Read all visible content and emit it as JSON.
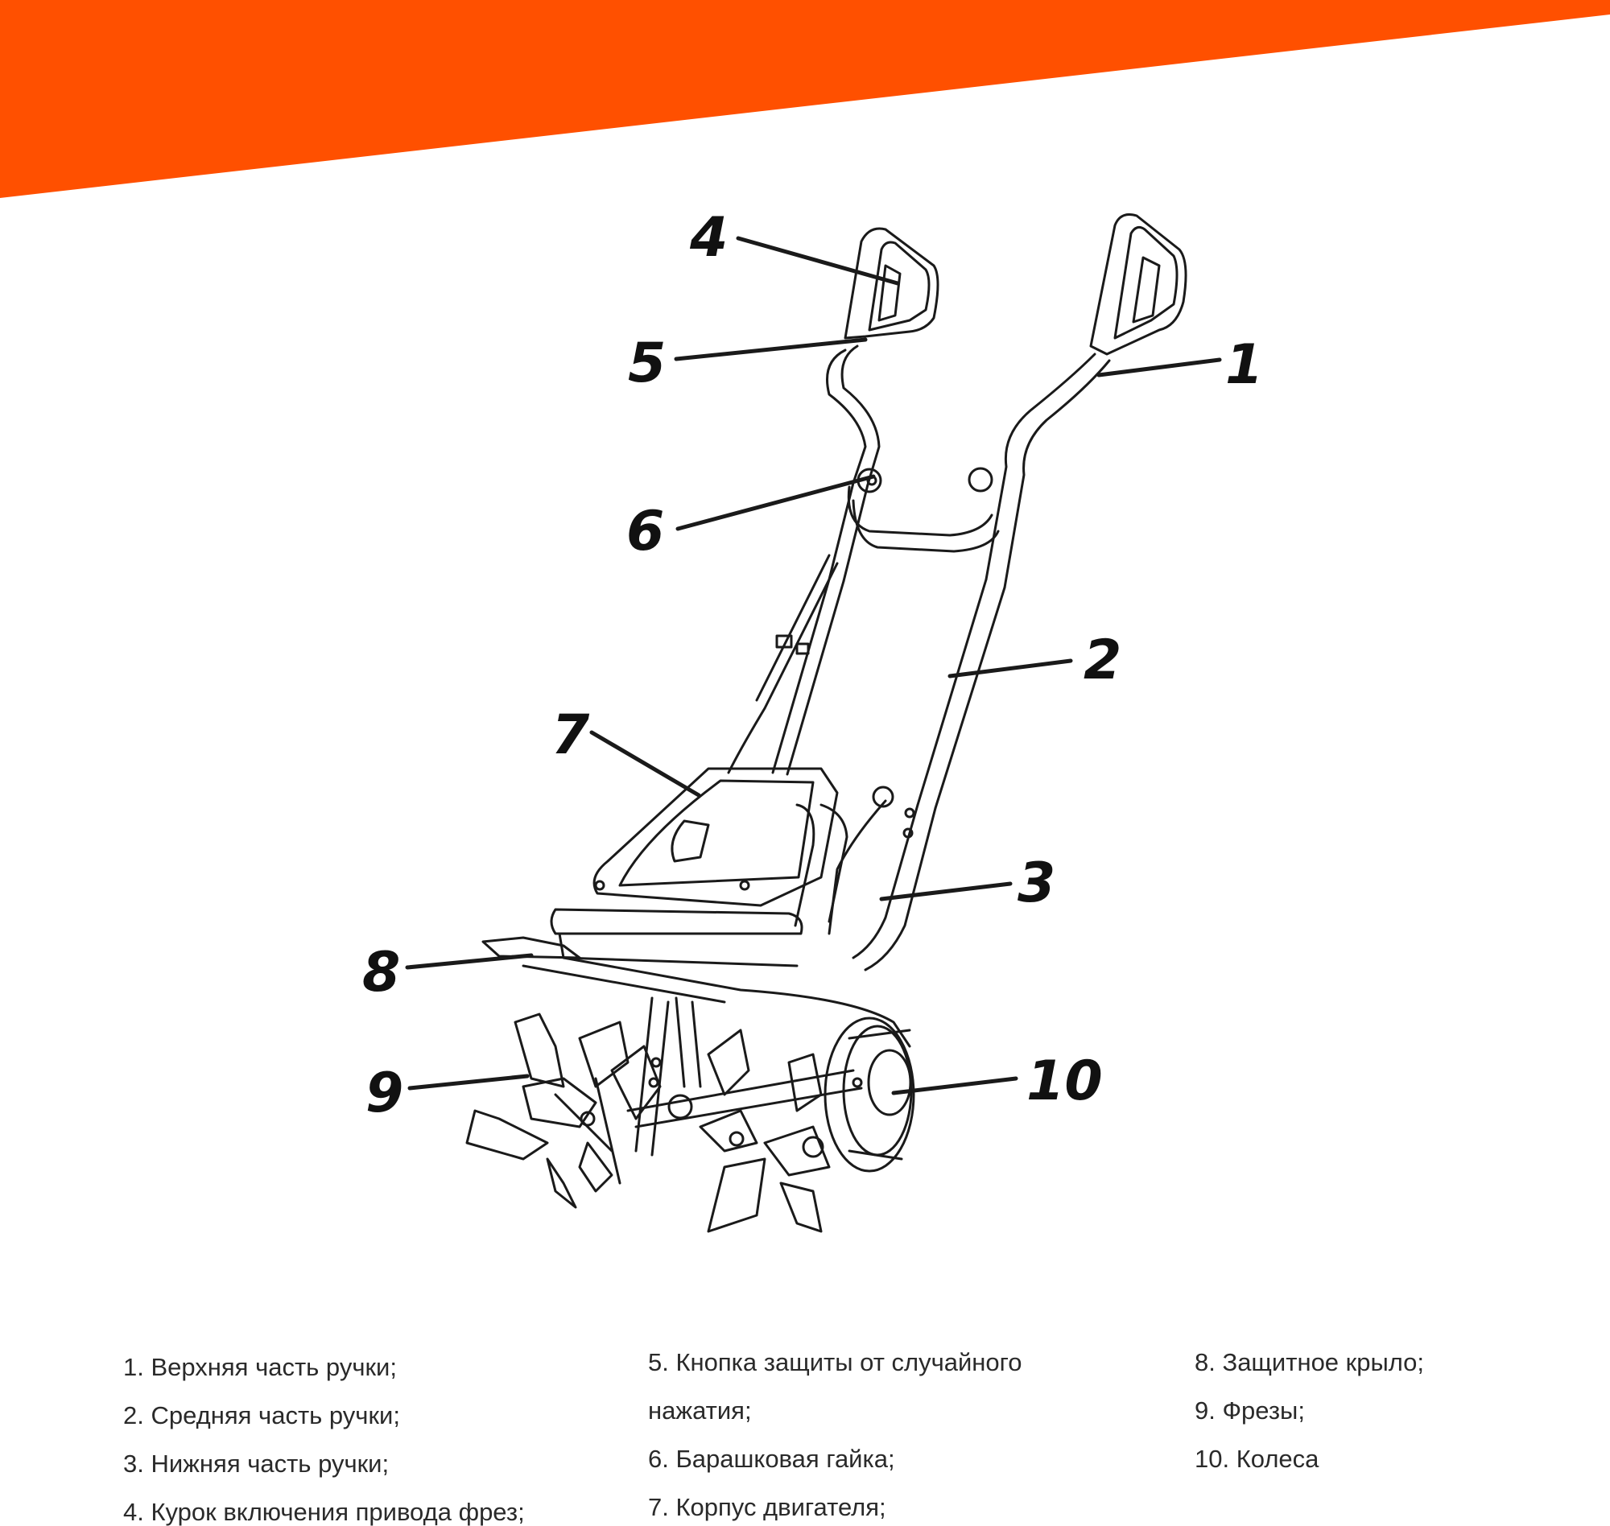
{
  "theme": {
    "banner_color": "#ff5000",
    "line_color": "#1a1a1a",
    "text_color": "#2a2a2a"
  },
  "callouts": [
    "1",
    "2",
    "3",
    "4",
    "5",
    "6",
    "7",
    "8",
    "9",
    "10"
  ],
  "legend": {
    "col1": [
      "1. Верхняя часть ручки;",
      "2. Средняя часть ручки;",
      "3. Нижняя часть ручки;",
      "4. Курок включения привода фрез;"
    ],
    "col2": [
      "5. Кнопка защиты от случайного",
      "нажатия;",
      "6. Барашковая гайка;",
      "7. Корпус двигателя;"
    ],
    "col3": [
      "8. Защитное крыло;",
      "9. Фрезы;",
      "10. Колеса"
    ]
  }
}
